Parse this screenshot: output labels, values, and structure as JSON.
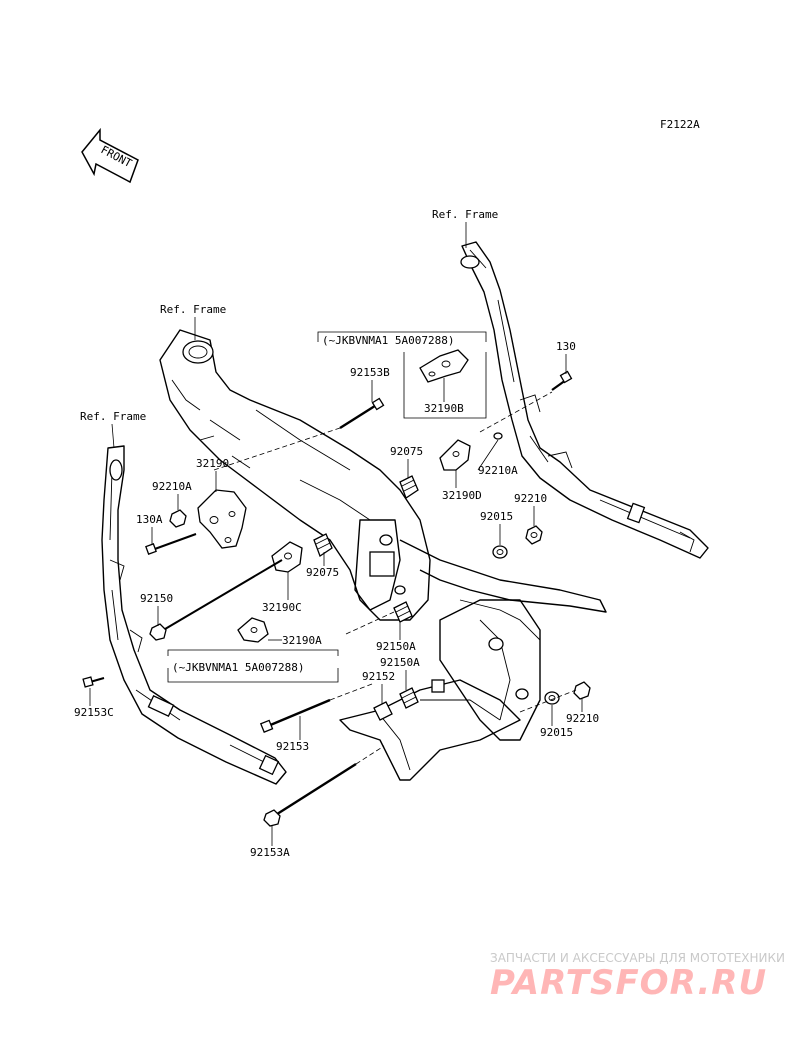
{
  "diagram": {
    "code": "F2122A",
    "front_label": "FRONT",
    "ref_frame_label": "Ref. Frame",
    "callout_box_b": "(~JKBVNMA1 5A007288)",
    "callout_box_a": "(~JKBVNMA1 5A007288)",
    "parts": {
      "p92153B": "92153B",
      "p32190B": "32190B",
      "p130": "130",
      "p92075_top": "92075",
      "p92210A_right": "92210A",
      "p32190D": "32190D",
      "p92210_right": "92210",
      "p92015_right": "92015",
      "p32190": "32190",
      "p92210A_left": "92210A",
      "p130A": "130A",
      "p92075_mid": "92075",
      "p32190C": "32190C",
      "p92150": "92150",
      "p32190A": "32190A",
      "p92150A_1": "92150A",
      "p92150A_2": "92150A",
      "p92152": "92152",
      "p92153C": "92153C",
      "p92153": "92153",
      "p92210_low": "92210",
      "p92015_low": "92015",
      "p92153A": "92153A"
    }
  },
  "watermark": {
    "tagline": "ЗАПЧАСТИ И АКСЕССУАРЫ ДЛЯ МОТОТЕХНИКИ",
    "brand": "PARTSFOR.RU",
    "brand_color": "#ffb6b6"
  }
}
